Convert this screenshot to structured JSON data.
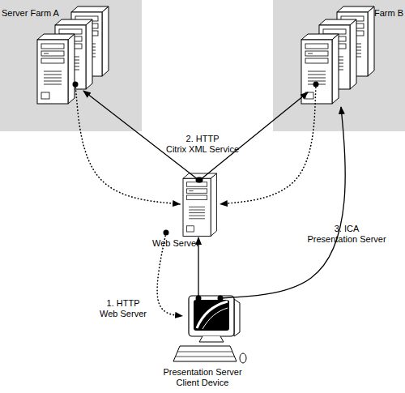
{
  "diagram": {
    "nodes": [
      {
        "text": [
          "Server Farm A"
        ]
      },
      {
        "text": [
          "Server Farm B"
        ]
      },
      {
        "text": [
          "Web Server"
        ]
      },
      {
        "text": [
          "Presentation Server Client Device"
        ]
      }
    ],
    "edges": [
      {
        "from": 2,
        "to": 0,
        "arrow": "to"
      },
      {
        "from": 0,
        "to": 2,
        "arrow": "to"
      },
      {
        "from": 2,
        "to": 1,
        "arrow": "to"
      },
      {
        "from": 1,
        "to": 2,
        "arrow": "to"
      },
      {
        "from": 3,
        "to": 2,
        "arrow": "to"
      },
      {
        "from": 2,
        "to": 3,
        "arrow": "to"
      },
      {
        "from": 3,
        "to": 1,
        "arrow": "to"
      }
    ],
    "labels": [
      "2. HTTP",
      "Citrix XML Service",
      "3. ICA",
      "Presentation Server",
      "1. HTTP",
      "Web Server"
    ]
  }
}
